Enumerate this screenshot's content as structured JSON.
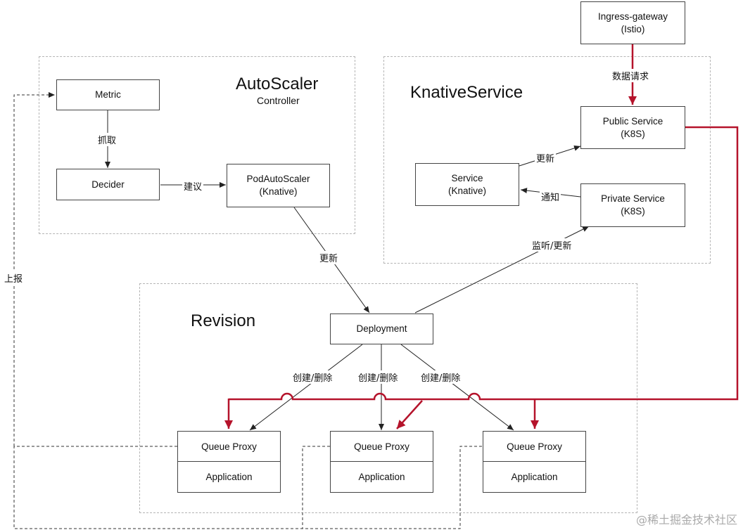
{
  "regions": {
    "autoscaler": {
      "title": "AutoScaler",
      "subtitle": "Controller"
    },
    "knative_service": {
      "title": "KnativeService"
    },
    "revision": {
      "title": "Revision"
    }
  },
  "nodes": {
    "ingress_gateway": [
      "Ingress-gateway",
      "(Istio)"
    ],
    "metric": [
      "Metric"
    ],
    "decider": [
      "Decider"
    ],
    "pod_autoscaler": [
      "PodAutoScaler",
      "(Knative)"
    ],
    "public_service": [
      "Public Service",
      "(K8S)"
    ],
    "service": [
      "Service",
      "(Knative)"
    ],
    "private_service": [
      "Private Service",
      "(K8S)"
    ],
    "deployment": [
      "Deployment"
    ],
    "pods": [
      {
        "proxy": "Queue Proxy",
        "app": "Application"
      },
      {
        "proxy": "Queue Proxy",
        "app": "Application"
      },
      {
        "proxy": "Queue Proxy",
        "app": "Application"
      }
    ]
  },
  "edges": {
    "data_request": "数据请求",
    "fetch": "抓取",
    "suggest": "建议",
    "update_pa": "更新",
    "update_svc": "更新",
    "notify": "通知",
    "watch_update": "监听/更新",
    "create_delete_1": "创建/删除",
    "create_delete_2": "创建/删除",
    "create_delete_3": "创建/删除",
    "report": "上报"
  },
  "watermark": "@稀土掘金技术社区",
  "colors": {
    "traffic": "#b5132b",
    "line": "#222222",
    "dashed": "#333333"
  }
}
